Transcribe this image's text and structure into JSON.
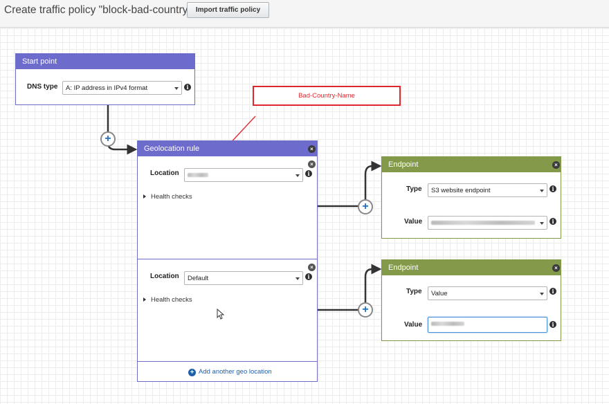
{
  "header": {
    "title": "Create traffic policy \"block-bad-country\" v1",
    "import_button": "Import traffic policy"
  },
  "start_point": {
    "title": "Start point",
    "dns_type_label": "DNS type",
    "dns_type_value": "A: IP address in IPv4 format"
  },
  "annotation": {
    "text": "Bad-Country-Name",
    "color": "#e0262d"
  },
  "geolocation_rule": {
    "title": "Geolocation rule",
    "rules": [
      {
        "location_label": "Location",
        "location_value": "",
        "health_checks": "Health checks"
      },
      {
        "location_label": "Location",
        "location_value": "Default",
        "health_checks": "Health checks"
      }
    ],
    "add_another": "Add another geo location"
  },
  "endpoints": [
    {
      "title": "Endpoint",
      "type_label": "Type",
      "type_value": "S3 website endpoint",
      "value_label": "Value",
      "value_value": ""
    },
    {
      "title": "Endpoint",
      "type_label": "Type",
      "type_value": "Value",
      "value_label": "Value",
      "value_value": ""
    }
  ],
  "colors": {
    "rule_header": "#6d6bcc",
    "endpoint_header": "#839a4a",
    "link_blue": "#1f5ea8"
  },
  "icons": {
    "info": "info-icon",
    "close": "close-icon",
    "plus": "plus-icon",
    "add": "add-circle-icon"
  }
}
